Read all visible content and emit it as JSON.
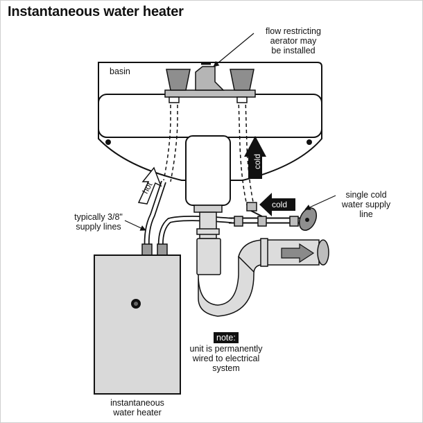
{
  "title": "Instantaneous water heater",
  "labels": {
    "basin": "basin",
    "aerator": [
      "flow restricting",
      "aerator may",
      "be installed"
    ],
    "hot": "hot",
    "cold_riser": "cold",
    "cold_inlet": "cold",
    "supply_cold": [
      "single cold",
      "water supply",
      "line"
    ],
    "supply_lines": [
      "typically 3/8\"",
      "supply lines"
    ],
    "note_chip": "note:",
    "note_text": [
      "unit is permanently",
      "wired to electrical",
      "system"
    ],
    "heater": [
      "instantaneous",
      "water heater"
    ]
  },
  "colors": {
    "line": "#111111",
    "basin": "#ffffff",
    "heater": "#d9d9d9",
    "drain": "#dcdcdc",
    "hose": "#ffffff"
  }
}
